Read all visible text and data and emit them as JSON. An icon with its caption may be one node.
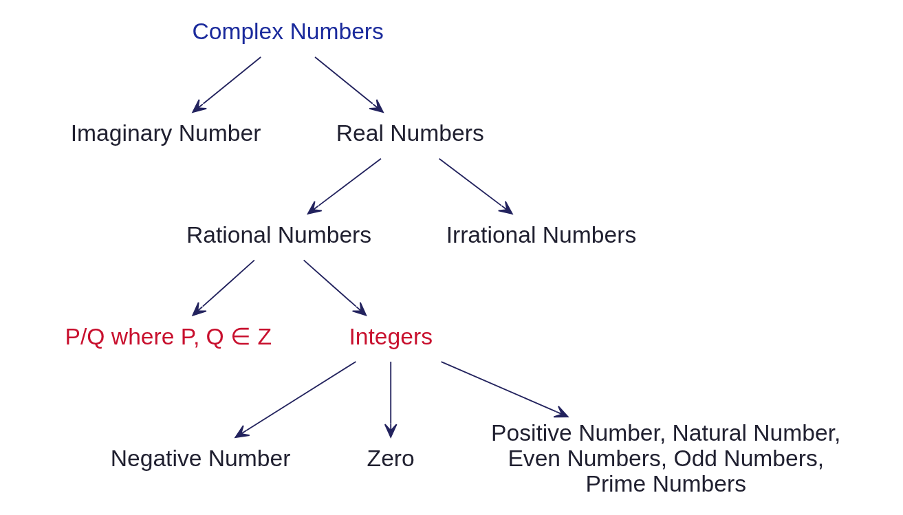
{
  "diagram": {
    "nodes": [
      {
        "text": [
          "Complex Numbers"
        ]
      },
      {
        "text": [
          "Imaginary Number"
        ]
      },
      {
        "text": [
          "Real Numbers"
        ]
      },
      {
        "text": [
          "Rational Numbers"
        ]
      },
      {
        "text": [
          "Irrational Numbers"
        ]
      },
      {
        "text": [
          "P/Q where P, Q ∈ Z"
        ]
      },
      {
        "text": [
          "Integers"
        ]
      },
      {
        "text": [
          "Negative Number"
        ]
      },
      {
        "text": [
          "Zero"
        ]
      },
      {
        "text": [
          "Positive Number, Natural Number, Even Numbers, Odd Numbers, Prime Numbers"
        ]
      }
    ],
    "edges": [
      {
        "from": 0,
        "to": 2,
        "arrow": "to"
      },
      {
        "from": 0,
        "to": 1,
        "arrow": "to"
      },
      {
        "from": 2,
        "to": 3,
        "arrow": "to"
      },
      {
        "from": 2,
        "to": 4,
        "arrow": "to"
      },
      {
        "from": 3,
        "to": 5,
        "arrow": "to"
      },
      {
        "from": 3,
        "to": 6,
        "arrow": "to"
      },
      {
        "from": 6,
        "to": 7,
        "arrow": "to"
      },
      {
        "from": 6,
        "to": 8,
        "arrow": "to"
      },
      {
        "from": 6,
        "to": 9,
        "arrow": "to"
      }
    ]
  }
}
